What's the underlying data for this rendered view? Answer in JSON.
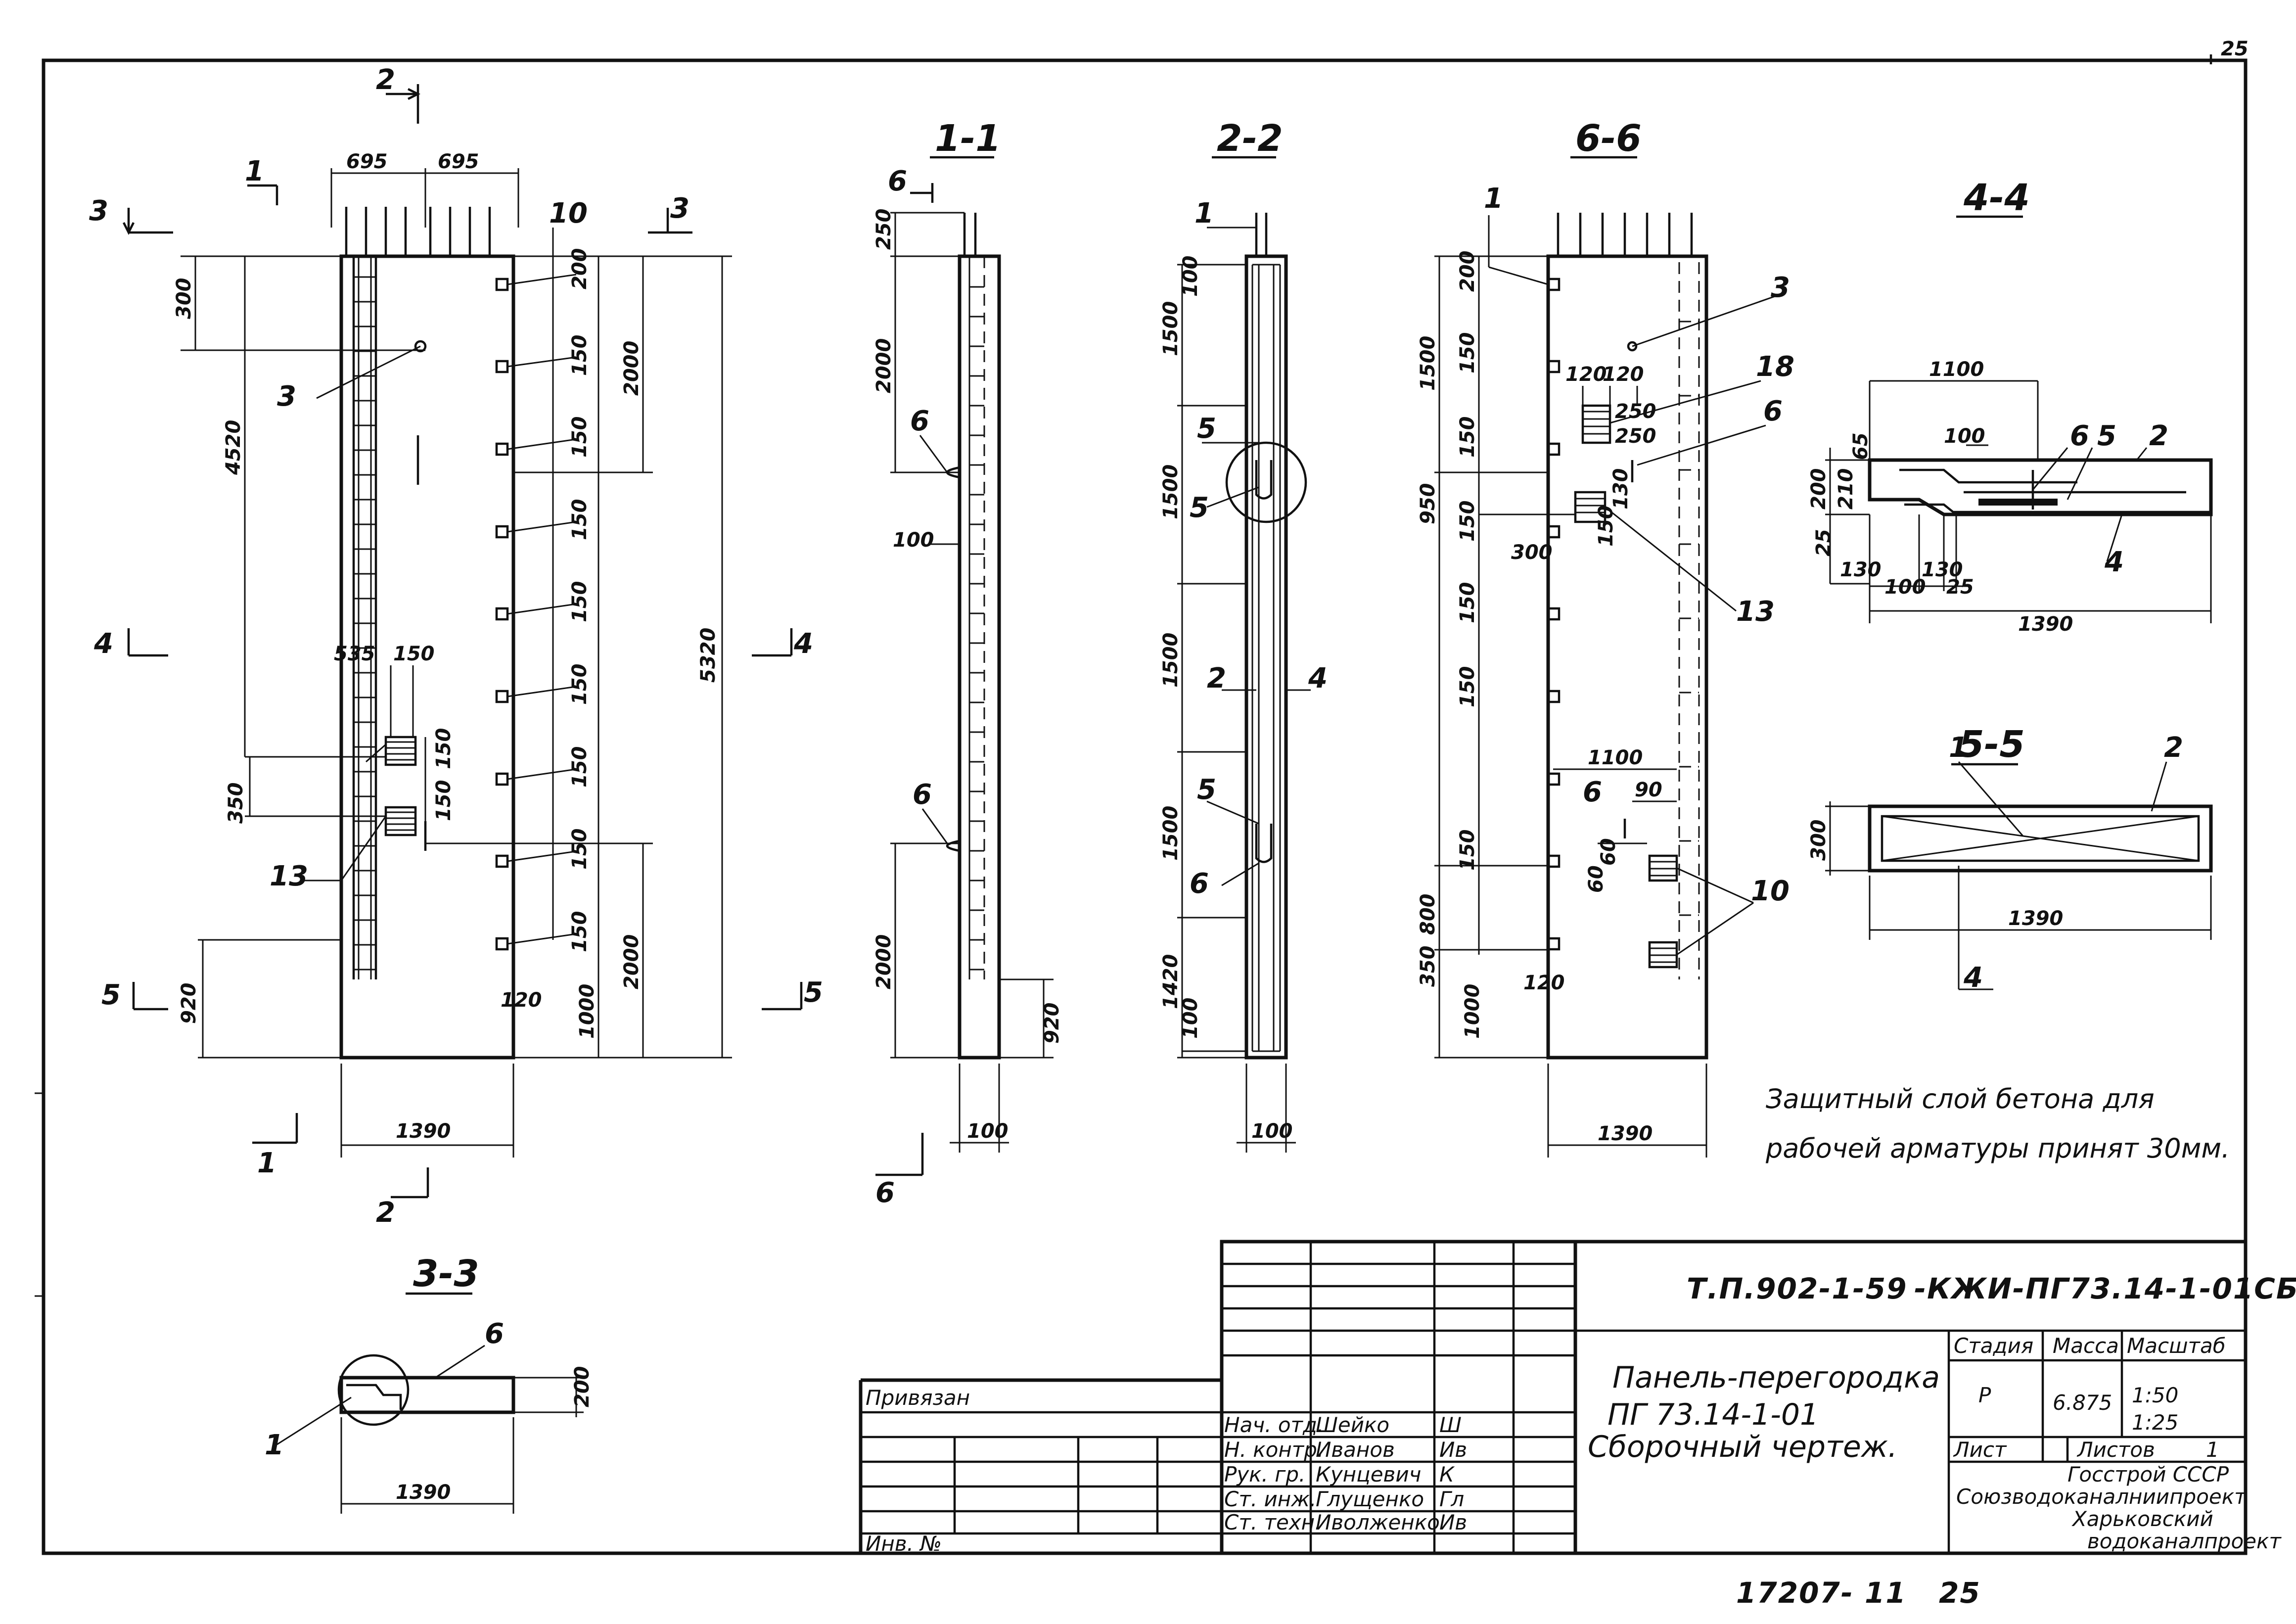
{
  "sheet": {
    "page_number": "25",
    "bottom_code": "17207- 11",
    "bottom_sheet": "25"
  },
  "sections": {
    "s11": "1-1",
    "s22": "2-2",
    "s66": "6-6",
    "s44": "4-4",
    "s55": "5-5",
    "s33": "3-3"
  },
  "cut_markers": [
    "1",
    "2",
    "3",
    "4",
    "5",
    "6"
  ],
  "callouts": [
    "1",
    "2",
    "3",
    "4",
    "5",
    "6",
    "10",
    "13",
    "18"
  ],
  "dimensions": {
    "main_view": [
      "695",
      "695",
      "300",
      "4520",
      "535",
      "150",
      "150",
      "150",
      "350",
      "920",
      "120",
      "1390",
      "200",
      "150",
      "150",
      "150",
      "150",
      "150",
      "150",
      "150",
      "150",
      "1000",
      "2000",
      "2000",
      "5320"
    ],
    "s11": [
      "250",
      "2000",
      "100",
      "2000",
      "920",
      "100"
    ],
    "s22": [
      "1500",
      "100",
      "1500",
      "1500",
      "1500",
      "1420",
      "100",
      "100"
    ],
    "s66": [
      "1500",
      "200",
      "150",
      "120",
      "120",
      "950",
      "150",
      "250",
      "250",
      "130",
      "150",
      "150",
      "300",
      "150",
      "1100",
      "90",
      "60",
      "60",
      "150",
      "800",
      "150",
      "350",
      "1000",
      "120",
      "1390"
    ],
    "s44": [
      "1100",
      "65",
      "200",
      "210",
      "100",
      "25",
      "130",
      "100",
      "130",
      "25",
      "1390"
    ],
    "s55": [
      "300",
      "1390"
    ],
    "s33": [
      "200",
      "1390"
    ]
  },
  "note": {
    "line1": "Защитный слой бетона для",
    "line2": "рабочей арматуры принят 30мм."
  },
  "title_block": {
    "doc_code_left": "Т.П.902-1-59",
    "doc_code_right": "-КЖИ-ПГ73.14-1-01СБ",
    "privyazan": "Привязан",
    "inv_no": "Инв. №",
    "title_line1": "Панель-перегородка",
    "title_line2": "ПГ 73.14-1-01",
    "title_line3": "Сборочный чертеж.",
    "stage_header": "Стадия",
    "mass_header": "Масса",
    "scale_header": "Масштаб",
    "stage_value": "Р",
    "mass_value": "6.875",
    "scale_value1": "1:50",
    "scale_value2": "1:25",
    "sheet_label": "Лист",
    "sheets_label": "Листов",
    "sheets_value": "1",
    "org_line1": "Госстрой СССР",
    "org_line2": "Союзводоканалниипроект",
    "org_line3": "Харьковский",
    "org_line4": "водоканалпроект",
    "signatures": [
      {
        "role": "Нач. отд.",
        "name": "Шейко",
        "sign": "Ш"
      },
      {
        "role": "Н. контр.",
        "name": "Иванов",
        "sign": "Ив"
      },
      {
        "role": "Рук. гр.",
        "name": "Кунцевич",
        "sign": "К"
      },
      {
        "role": "Ст. инж.",
        "name": "Глущенко",
        "sign": "Гл"
      },
      {
        "role": "Ст. техн.",
        "name": "Иволженко",
        "sign": "Ив"
      }
    ]
  },
  "colors": {
    "ink": "#111111",
    "paper": "#ffffff"
  }
}
